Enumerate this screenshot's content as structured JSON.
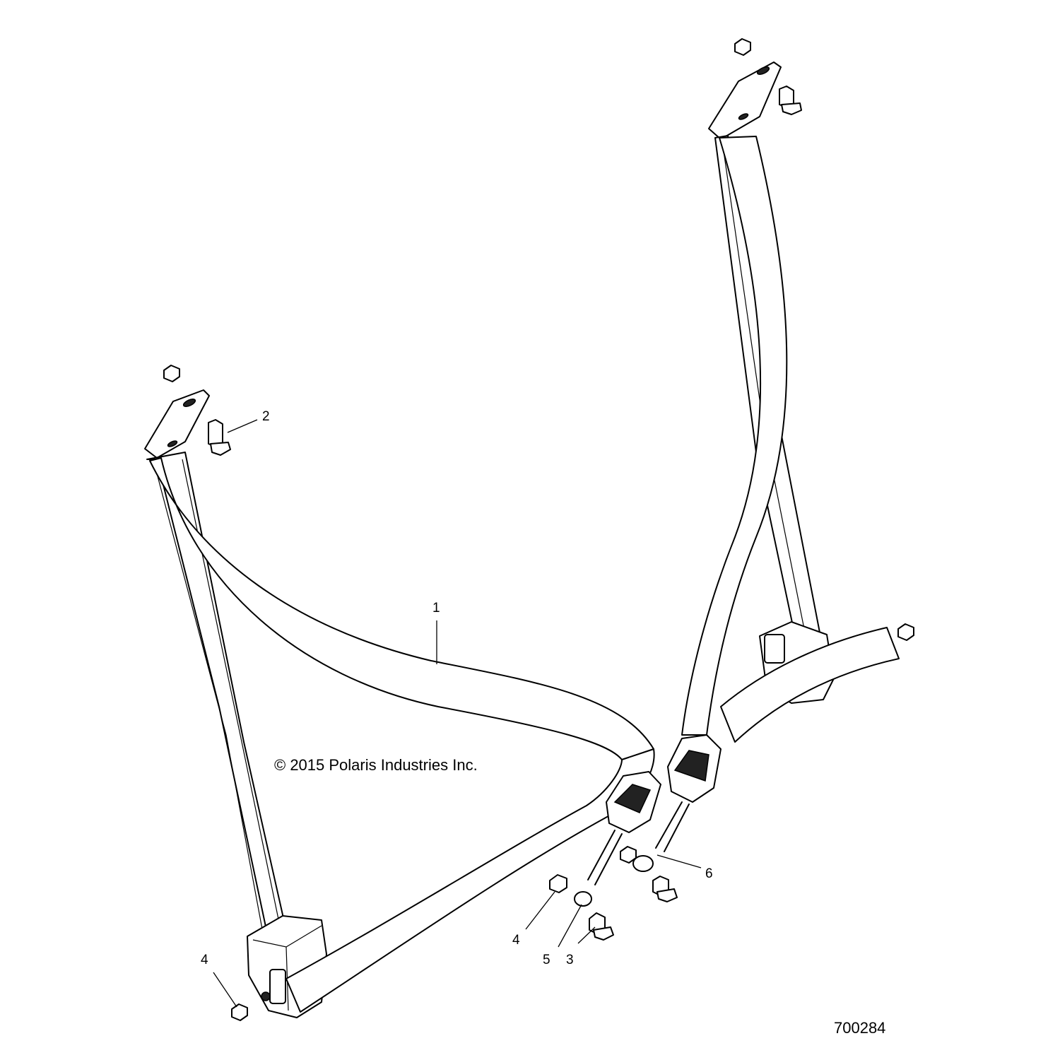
{
  "diagram": {
    "copyright": "© 2015 Polaris Industries Inc.",
    "drawing_number": "700284",
    "callouts": [
      {
        "id": "callout-1",
        "label": "1"
      },
      {
        "id": "callout-2",
        "label": "2"
      },
      {
        "id": "callout-3",
        "label": "3"
      },
      {
        "id": "callout-4a",
        "label": "4"
      },
      {
        "id": "callout-4b",
        "label": "4"
      },
      {
        "id": "callout-5",
        "label": "5"
      },
      {
        "id": "callout-6",
        "label": "6"
      }
    ]
  }
}
